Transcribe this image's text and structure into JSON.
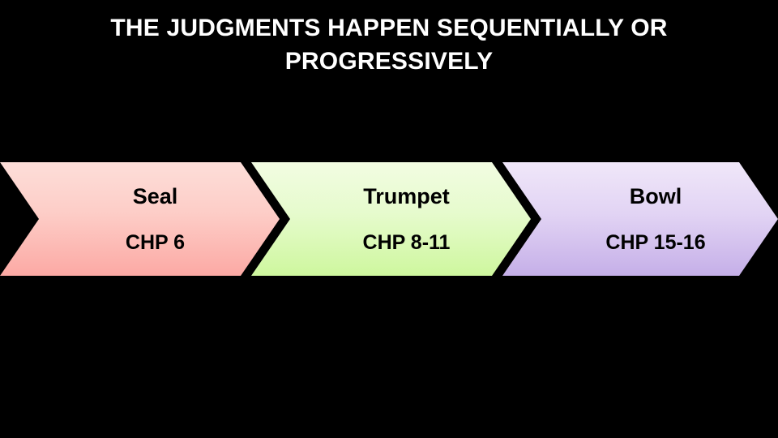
{
  "slide": {
    "background_color": "#000000",
    "title": "THE JUDGMENTS HAPPEN SEQUENTIALLY OR PROGRESSIVELY",
    "title_color": "#ffffff"
  },
  "chevrons": [
    {
      "name": "Seal",
      "reference": "CHP 6",
      "fill_top": "#fdded9",
      "fill_bottom": "#fca9a4",
      "text_color": "#000000"
    },
    {
      "name": "Trumpet",
      "reference": "CHP 8-11",
      "fill_top": "#f2fce2",
      "fill_bottom": "#cef79e",
      "text_color": "#000000"
    },
    {
      "name": "Bowl",
      "reference": "CHP 15-16",
      "fill_top": "#f0e7f9",
      "fill_bottom": "#c5afe8",
      "text_color": "#000000"
    }
  ]
}
